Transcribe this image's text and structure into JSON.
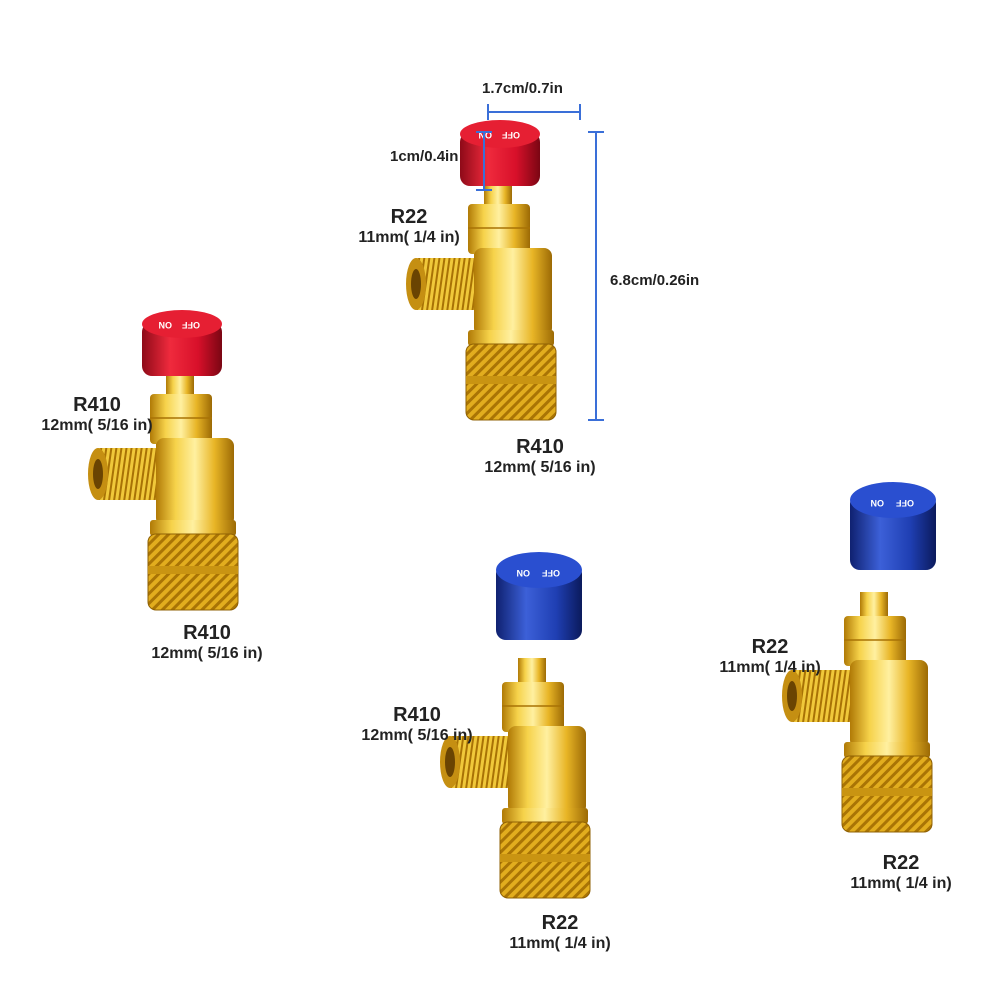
{
  "colors": {
    "red_cap": "#d8102a",
    "blue_cap": "#1f3fb3",
    "brass": "#e8b526",
    "dimension_line": "#3a6fd8"
  },
  "icons": [
    "valve-image",
    "dimension-line"
  ],
  "dimensions": {
    "width": "1.7cm/0.7in",
    "cap_height": "1cm/0.4in",
    "total_height": "6.8cm/0.26in"
  },
  "cap_text": {
    "on": "ON",
    "off": "OFF"
  },
  "valves": [
    {
      "cap": "red",
      "side_ref": "R22",
      "side_size": "11mm( 1/4 in)",
      "bottom_ref": "R410",
      "bottom_size": "12mm( 5/16 in)"
    },
    {
      "cap": "red",
      "side_ref": "R410",
      "side_size": "12mm( 5/16 in)",
      "bottom_ref": "R410",
      "bottom_size": "12mm( 5/16 in)"
    },
    {
      "cap": "blue",
      "side_ref": "R410",
      "side_size": "12mm( 5/16 in)",
      "bottom_ref": "R22",
      "bottom_size": "11mm( 1/4 in)"
    },
    {
      "cap": "blue",
      "side_ref": "R22",
      "side_size": "11mm( 1/4 in)",
      "bottom_ref": "R22",
      "bottom_size": "11mm( 1/4 in)"
    }
  ]
}
